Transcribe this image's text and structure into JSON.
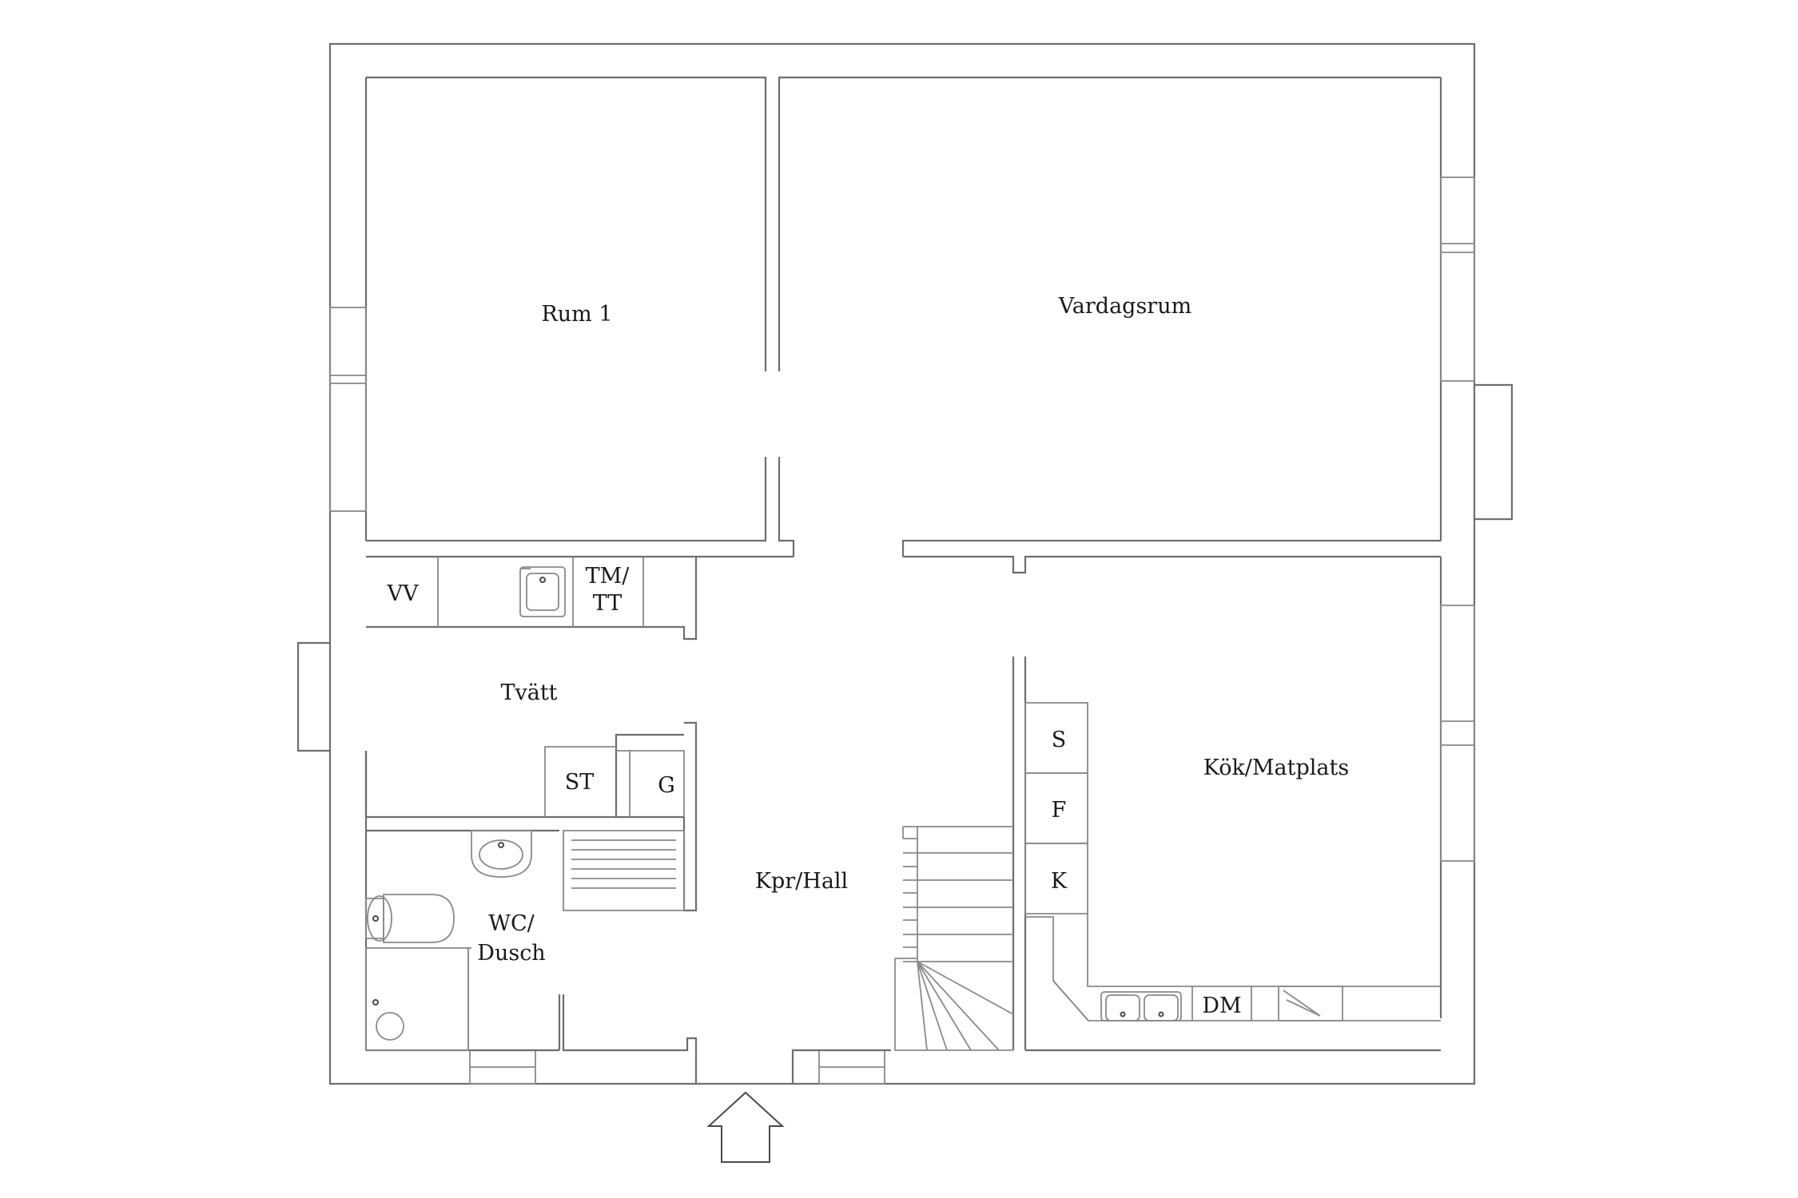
{
  "rooms": {
    "rum1": "Rum 1",
    "vardagsrum": "Vardagsrum",
    "tvatt": "Tvätt",
    "kok": "Kök/Matplats",
    "kpr_hall": "Kpr/Hall",
    "wc_line1": "WC/",
    "wc_line2": "Dusch"
  },
  "fixtures": {
    "vv": "VV",
    "tm_line1": "TM/",
    "tm_line2": "TT",
    "st": "ST",
    "g": "G",
    "s": "S",
    "f": "F",
    "k": "K",
    "dm": "DM"
  },
  "icons": [
    "entrance-arrow-icon",
    "sink-icon",
    "toilet-icon",
    "shower-icon",
    "stove-icon"
  ],
  "colors": {
    "lines": "#6e6e6e",
    "background": "#ffffff",
    "text": "#1a1a1a"
  }
}
